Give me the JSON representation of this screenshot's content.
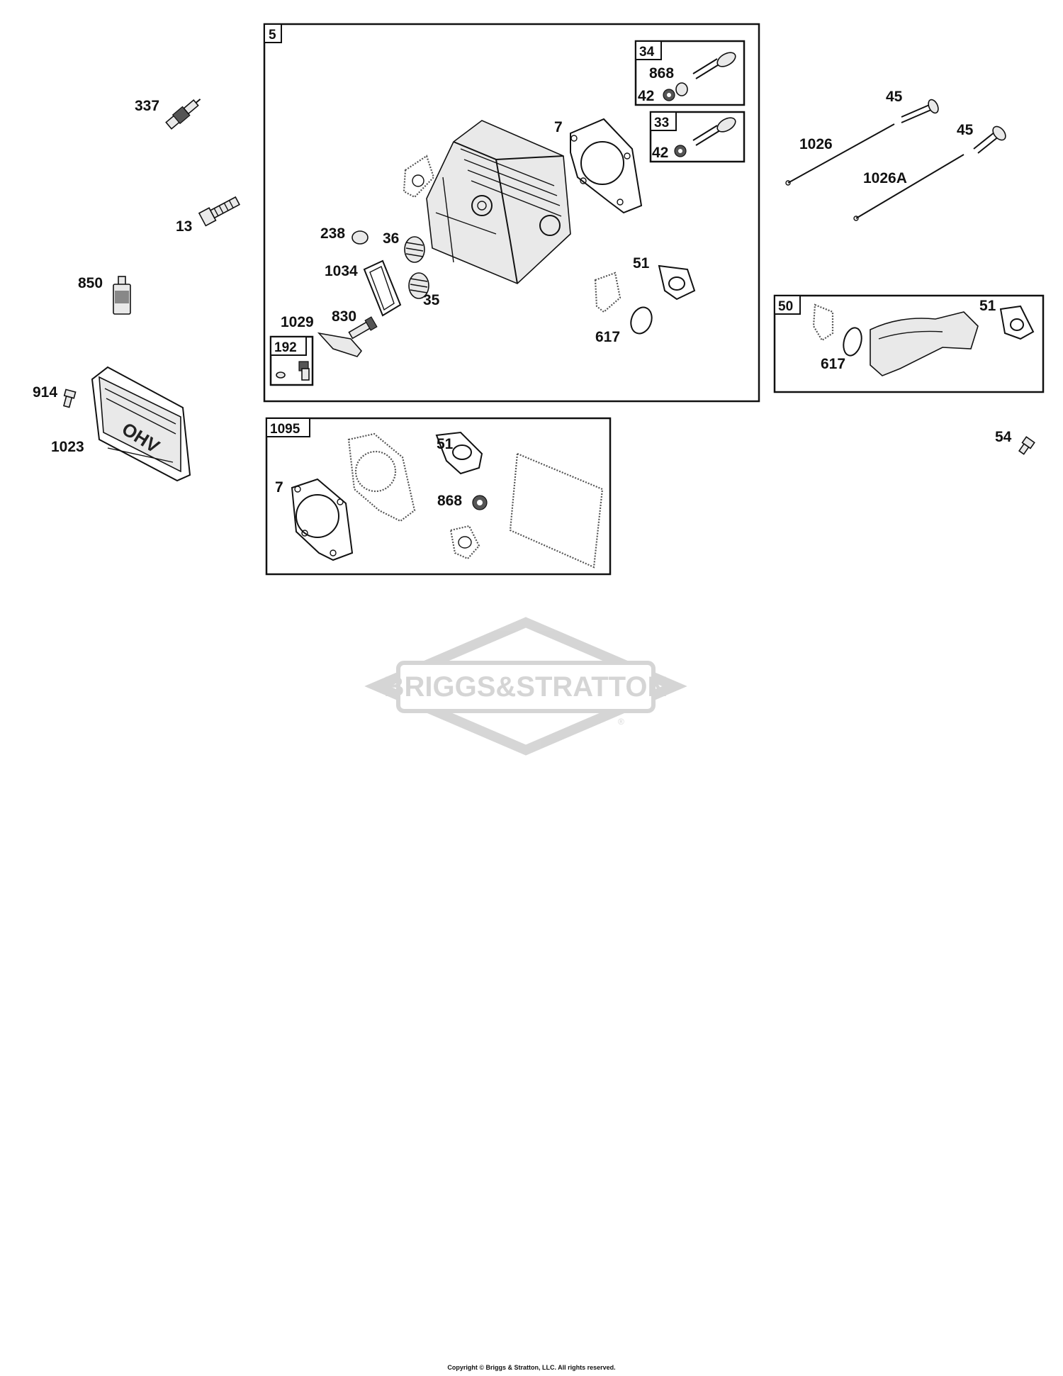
{
  "boxes": [
    {
      "id": "5",
      "label": "5"
    },
    {
      "id": "34",
      "label": "34"
    },
    {
      "id": "33",
      "label": "33"
    },
    {
      "id": "192",
      "label": "192"
    },
    {
      "id": "50",
      "label": "50"
    },
    {
      "id": "1095",
      "label": "1095"
    }
  ],
  "callouts": [
    {
      "id": "337",
      "text": "337"
    },
    {
      "id": "13",
      "text": "13"
    },
    {
      "id": "850",
      "text": "850"
    },
    {
      "id": "914",
      "text": "914"
    },
    {
      "id": "1023",
      "text": "1023"
    },
    {
      "id": "7a",
      "text": "7"
    },
    {
      "id": "868a",
      "text": "868"
    },
    {
      "id": "42a",
      "text": "42"
    },
    {
      "id": "42b",
      "text": "42"
    },
    {
      "id": "238",
      "text": "238"
    },
    {
      "id": "36",
      "text": "36"
    },
    {
      "id": "1034",
      "text": "1034"
    },
    {
      "id": "35",
      "text": "35"
    },
    {
      "id": "1029",
      "text": "1029"
    },
    {
      "id": "830",
      "text": "830"
    },
    {
      "id": "51a",
      "text": "51"
    },
    {
      "id": "617a",
      "text": "617"
    },
    {
      "id": "45a",
      "text": "45"
    },
    {
      "id": "45b",
      "text": "45"
    },
    {
      "id": "1026",
      "text": "1026"
    },
    {
      "id": "1026A",
      "text": "1026A"
    },
    {
      "id": "51b",
      "text": "51"
    },
    {
      "id": "617b",
      "text": "617"
    },
    {
      "id": "54",
      "text": "54"
    },
    {
      "id": "7b",
      "text": "7"
    },
    {
      "id": "51c",
      "text": "51"
    },
    {
      "id": "868b",
      "text": "868"
    }
  ],
  "engine_logo": {
    "text": "OHV"
  },
  "watermark": {
    "text": "BRIGGS&STRATTON",
    "registered": "®"
  },
  "copyright": "Copyright © Briggs & Stratton, LLC. All rights reserved."
}
